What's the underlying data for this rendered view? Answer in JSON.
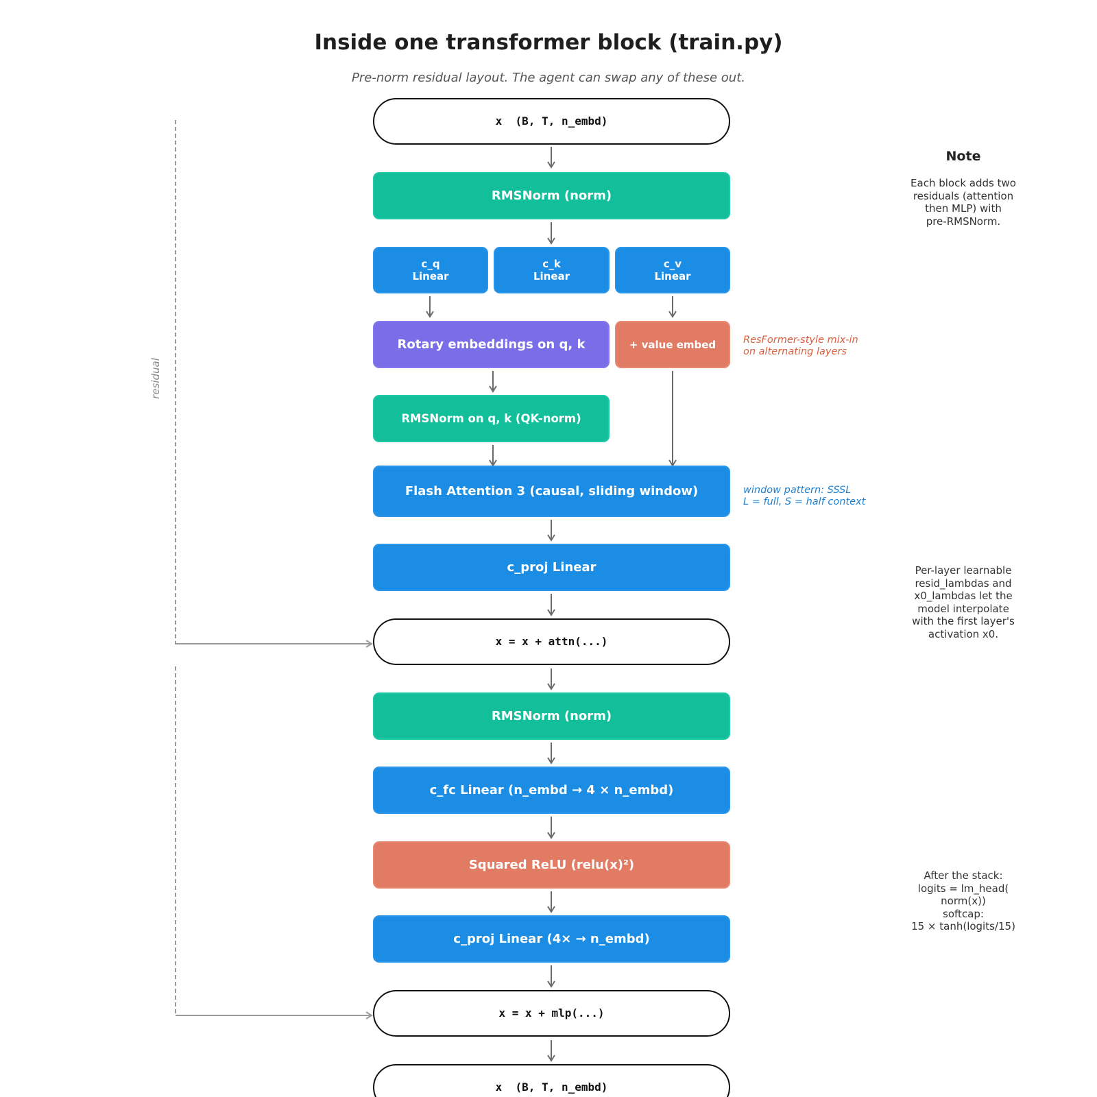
{
  "title": "Inside one transformer block (train.py)",
  "subtitle": "Pre-norm residual layout. The agent can swap any of these out.",
  "residual_label": "residual",
  "nodes": {
    "input": "x  (B, T, n_embd)",
    "norm1": "RMSNorm  (norm)",
    "cq": "c_q\nLinear",
    "ck": "c_k\nLinear",
    "cv": "c_v\nLinear",
    "rotary": "Rotary embeddings on q, k",
    "value_embed": "+ value embed",
    "qknorm": "RMSNorm on q, k  (QK-norm)",
    "flash": "Flash Attention 3  (causal, sliding window)",
    "cproj1": "c_proj  Linear",
    "resid1": "x = x + attn(...)",
    "norm2": "RMSNorm  (norm)",
    "cfc": "c_fc  Linear  (n_embd → 4 × n_embd)",
    "relu": "Squared ReLU  (relu(x)²)",
    "cproj2": "c_proj  Linear  (4× → n_embd)",
    "resid2": "x = x + mlp(...)",
    "output": "x  (B, T, n_embd)"
  },
  "annotations": {
    "value_embed_note": "ResFormer-style mix-in\non alternating layers",
    "window_note": "window pattern: SSSL\nL = full, S = half context"
  },
  "notes": {
    "title": "Note",
    "note1": "Each block adds two\nresiduals (attention\nthen MLP) with\npre-RMSNorm.",
    "note2": "Per-layer learnable\nresid_lambdas and\nx0_lambdas let the\nmodel interpolate\nwith the first layer's\nactivation x0.",
    "note3": "After the stack:\nlogits = lm_head(\nnorm(x))\nsoftcap:\n15 × tanh(logits/15)"
  },
  "colors": {
    "norm": "#13be9b",
    "linear": "#1c8de5",
    "rotary": "#7a6de8",
    "activation": "#e27b63",
    "annotation_orange": "#d9603f",
    "annotation_blue": "#1f80d0",
    "arrow": "#6b6b6b",
    "residual_line": "#9a9a9a"
  }
}
